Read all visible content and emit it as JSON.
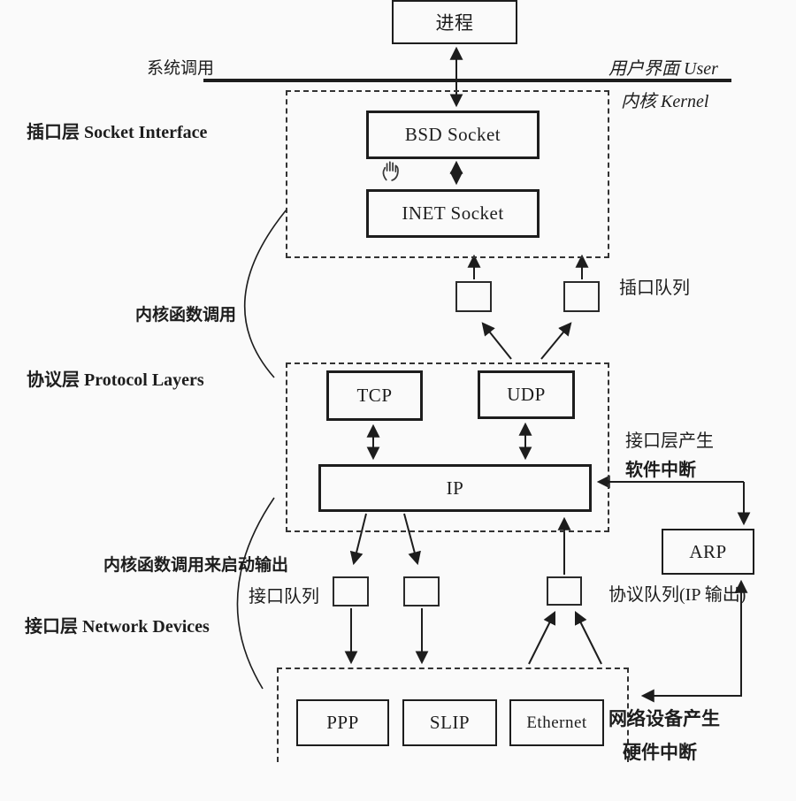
{
  "colors": {
    "ink": "#1d1d1d",
    "background": "#fafafa"
  },
  "top": {
    "process": "进程",
    "system_call": "系统调用",
    "user_space": "用户界面 User",
    "kernel_space": "内核 Kernel"
  },
  "layers": {
    "socket": {
      "title": "插口层 Socket Interface",
      "bsd": "BSD Socket",
      "inet": "INET Socket"
    },
    "protocol": {
      "title": "协议层 Protocol Layers",
      "tcp": "TCP",
      "udp": "UDP",
      "ip": "IP"
    },
    "devices": {
      "title": "接口层 Network Devices",
      "ppp": "PPP",
      "slip": "SLIP",
      "ethernet": "Ethernet"
    }
  },
  "side": {
    "arp": "ARP",
    "socket_queue": "插口队列",
    "kernel_func_call": "内核函数调用",
    "sw_interrupt_line1": "接口层产生",
    "sw_interrupt_line2": "软件中断",
    "kernel_func_output": "内核函数调用来启动输出",
    "interface_queue": "接口队列",
    "protocol_queue": "协议队列(IP 输出)",
    "hw_interrupt_line1": "网络设备产生",
    "hw_interrupt_line2": "硬件中断"
  },
  "icons": {
    "hand_cursor": "grab-hand"
  }
}
